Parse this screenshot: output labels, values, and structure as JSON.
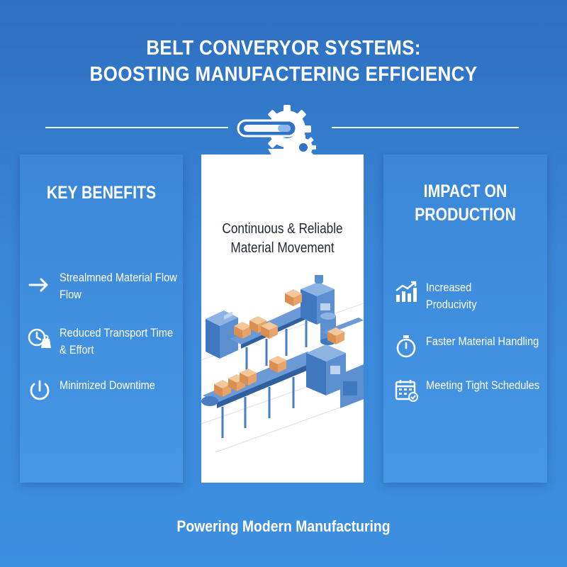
{
  "header": {
    "title_line1": "BELT CONVERYOR SYSTEMS:",
    "title_line2": "BOOSTING MANUFACTERING EFFICIENCY"
  },
  "left_panel": {
    "title": "KEY BENEFITS",
    "items": [
      {
        "icon": "arrow-right-icon",
        "line1": "Strealmned Material Flow",
        "line2": "Flow"
      },
      {
        "icon": "clock-weight-icon",
        "line1": "Reduced Transport Time",
        "line2": "& Effort"
      },
      {
        "icon": "power-icon",
        "line1": "Minimized Downtime",
        "line2": ""
      }
    ]
  },
  "center_panel": {
    "title_line1": "Continuous & Reliable",
    "title_line2": "Material Movement",
    "illustration": "conveyor-line-illustration"
  },
  "right_panel": {
    "title_line1": "IMPACT ON",
    "title_line2": "PRODUCTION",
    "items": [
      {
        "icon": "growth-chart-icon",
        "line1": "Increased",
        "line2": "Producivity"
      },
      {
        "icon": "stopwatch-icon",
        "line1": "Faster Material Handling",
        "line2": ""
      },
      {
        "icon": "calendar-check-icon",
        "line1": "Meeting Tight Schedules",
        "line2": ""
      }
    ]
  },
  "hub_icon": "gear-funnel-progress-icon",
  "footer": {
    "text": "Powering Modern Manufacturing"
  },
  "colors": {
    "background_top": "#2d6fc0",
    "background_bottom": "#3d8fe0",
    "panel": "#4291e2",
    "text": "#ffffff",
    "center_text": "#1d2733",
    "machine_blue": "#5b8fd0",
    "box_orange": "#e8a36a"
  }
}
